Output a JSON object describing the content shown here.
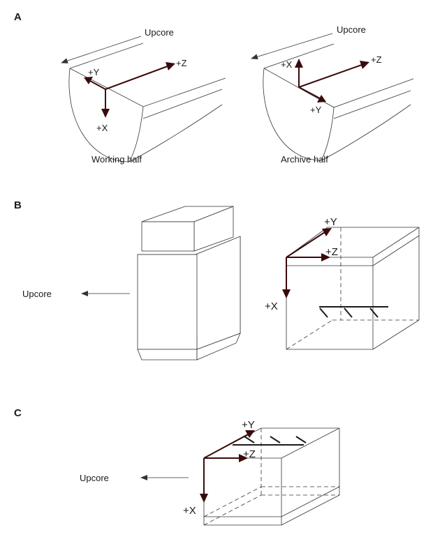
{
  "panels": {
    "a": {
      "letter": "A",
      "working": {
        "upcore": "Upcore",
        "y": "+Y",
        "z": "+Z",
        "x": "+X",
        "caption": "Working half"
      },
      "archive": {
        "upcore": "Upcore",
        "x": "+X",
        "z": "+Z",
        "y": "+Y",
        "caption": "Archive half"
      }
    },
    "b": {
      "letter": "B",
      "upcore": "Upcore",
      "y": "+Y",
      "z": "+Z",
      "x": "+X"
    },
    "c": {
      "letter": "C",
      "upcore": "Upcore",
      "y": "+Y",
      "z": "+Z",
      "x": "+X"
    }
  }
}
